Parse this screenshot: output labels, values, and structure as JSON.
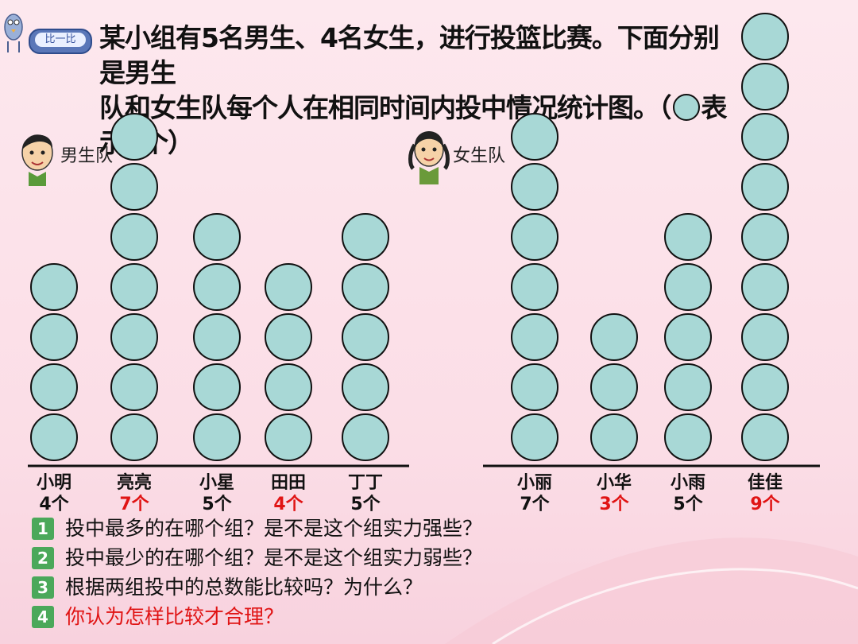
{
  "badge_label": "比一比",
  "title_line1": "某小组有5名男生、4名女生，进行投篮比赛。下面分别是男生",
  "title_line2_a": "队和女生队每个人在相同时间内投中情况统计图。（",
  "title_line2_b": "表示1个）",
  "colors": {
    "circle_fill": "#a8d8d6",
    "highlight": "#e01414",
    "question_num": "#4ba85a"
  },
  "chart_data": [
    {
      "type": "pictograph",
      "team": "男生队",
      "categories": [
        "小明",
        "亮亮",
        "小星",
        "田田",
        "丁丁"
      ],
      "values": [
        4,
        7,
        5,
        4,
        5
      ],
      "value_labels": [
        "4个",
        "7个",
        "5个",
        "4个",
        "5个"
      ],
      "highlighted": [
        false,
        true,
        false,
        true,
        false
      ]
    },
    {
      "type": "pictograph",
      "team": "女生队",
      "categories": [
        "小丽",
        "小华",
        "小雨",
        "佳佳"
      ],
      "values": [
        7,
        3,
        5,
        9
      ],
      "value_labels": [
        "7个",
        "3个",
        "5个",
        "9个"
      ],
      "highlighted": [
        false,
        true,
        false,
        true
      ]
    }
  ],
  "questions": [
    {
      "num": "1",
      "text": "投中最多的在哪个组？是不是这个组实力强些？"
    },
    {
      "num": "2",
      "text": "投中最少的在哪个组？是不是这个组实力弱些？"
    },
    {
      "num": "3",
      "text": "根据两组投中的总数能比较吗？为什么？"
    },
    {
      "num": "4",
      "text": "你认为怎样比较才合理？"
    }
  ]
}
